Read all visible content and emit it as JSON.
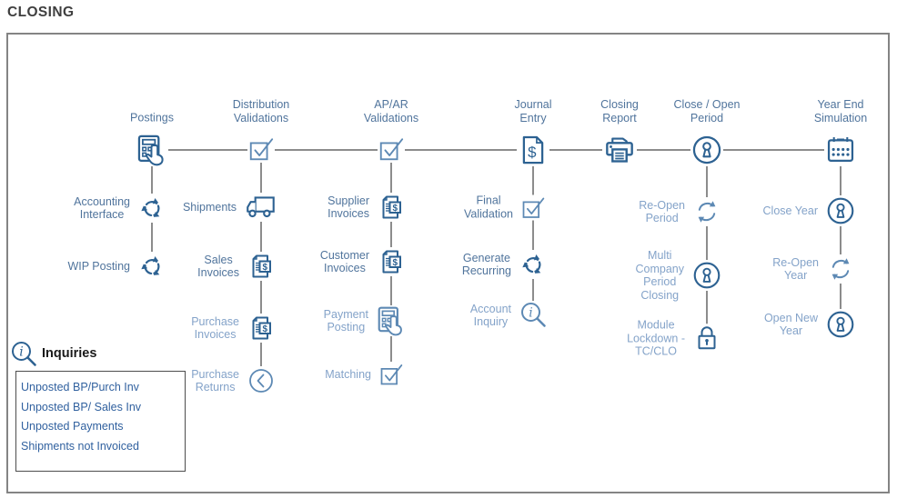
{
  "title": "CLOSING",
  "palette": {
    "icon_dark": "#2d6292",
    "icon_light": "#5d89b4",
    "label_dark": "#50749c",
    "label_light": "#84a3c9",
    "line": "#8c8c8c",
    "frame_border": "#848484",
    "title_color": "#3f3f3f",
    "inquiry_title_color": "#1a1a1a",
    "inquiry_text": "#31619f",
    "inquiry_border": "#4d4d4d"
  },
  "columns": [
    {
      "header": "Postings",
      "icon": "calculator-hand",
      "items": [
        {
          "label": "Accounting\nInterface",
          "icon": "recycle",
          "tone": "dark"
        },
        {
          "label": "WIP Posting",
          "icon": "recycle",
          "tone": "dark"
        }
      ]
    },
    {
      "header": "Distribution\nValidations",
      "icon": "checkbox",
      "items": [
        {
          "label": "Shipments",
          "icon": "truck",
          "tone": "dark"
        },
        {
          "label": "Sales\nInvoices",
          "icon": "invoice",
          "tone": "dark"
        },
        {
          "label": "Purchase\nInvoices",
          "icon": "invoice",
          "tone": "light"
        },
        {
          "label": "Purchase\nReturns",
          "icon": "chevron-left-circle",
          "tone": "light"
        }
      ]
    },
    {
      "header": "AP/AR\nValidations",
      "icon": "checkbox",
      "items": [
        {
          "label": "Supplier\nInvoices",
          "icon": "invoice",
          "tone": "dark"
        },
        {
          "label": "Customer\nInvoices",
          "icon": "invoice",
          "tone": "dark"
        },
        {
          "label": "Payment\nPosting",
          "icon": "calculator-hand",
          "tone": "light"
        },
        {
          "label": "Matching",
          "icon": "checkbox",
          "tone": "light"
        }
      ]
    },
    {
      "header": "Journal\nEntry",
      "icon": "dollar-document",
      "items": [
        {
          "label": "Final\nValidation",
          "icon": "checkbox",
          "tone": "dark"
        },
        {
          "label": "Generate\nRecurring",
          "icon": "recycle",
          "tone": "dark"
        },
        {
          "label": "Account\nInquiry",
          "icon": "magnifier-info",
          "tone": "light"
        }
      ]
    },
    {
      "header": "Closing\nReport",
      "icon": "printer",
      "items": []
    },
    {
      "header": "Close / Open\nPeriod",
      "icon": "keyhole-circle",
      "items": [
        {
          "label": "Re-Open\nPeriod",
          "icon": "refresh",
          "tone": "light"
        },
        {
          "label": "Multi\nCompany\nPeriod\nClosing",
          "icon": "keyhole-circle",
          "tone": "light"
        },
        {
          "label": "Module\nLockdown -\nTC/CLO",
          "icon": "padlock",
          "tone": "light"
        }
      ]
    },
    {
      "header": "Year End\nSimulation",
      "icon": "calendar",
      "items": [
        {
          "label": "Close Year",
          "icon": "keyhole-circle",
          "tone": "light"
        },
        {
          "label": "Re-Open\nYear",
          "icon": "refresh",
          "tone": "light"
        },
        {
          "label": "Open New\nYear",
          "icon": "keyhole-circle",
          "tone": "light"
        }
      ]
    }
  ],
  "inquiries": {
    "icon": "magnifier-info",
    "title": "Inquiries",
    "items": [
      "Unposted BP/Purch Inv",
      "Unposted BP/ Sales Inv",
      "Unposted Payments",
      "Shipments not Invoiced"
    ]
  }
}
